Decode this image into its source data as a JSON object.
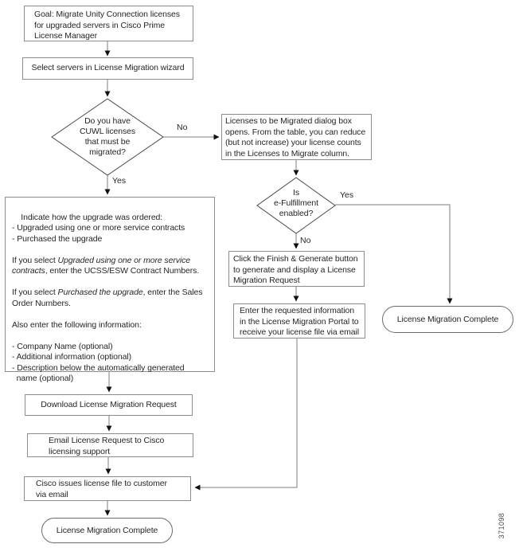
{
  "figure": {
    "number": "371098"
  },
  "colors": {
    "box_border": "#8c8c8c",
    "diamond_border": "#474747",
    "connector": "#7d7d7d",
    "arrowhead": "#111111",
    "text": "#262626"
  },
  "nodes": {
    "goal": {
      "text": "Goal: Migrate Unity Connection licenses\nfor upgraded servers in Cisco Prime\nLicense Manager"
    },
    "select_servers": {
      "text": "Select servers in License Migration wizard"
    },
    "cuwl_decision": {
      "text": "Do you have\nCUWL licenses\nthat must be\nmigrated?"
    },
    "migrate_dialog": {
      "text": "Licenses to be Migrated dialog box\nopens. From the table, you can reduce\n(but not increase) your license counts\nin the Licenses to Migrate column."
    },
    "efulfillment_decision": {
      "text": "Is\ne-Fulfillment\nenabled?"
    },
    "ordering": {
      "intro": "Indicate how the upgrade was ordered:\n- Upgraded using one or more service contracts\n- Purchased the upgrade\n\n",
      "p2_pre": "If you select ",
      "p2_italic": "Upgraded using one or more service\ncontracts",
      "p2_post": ", enter the UCSS/ESW Contract Numbers.\n\n",
      "p3_pre": "If you select ",
      "p3_italic": "Purchased the upgrade",
      "p3_post": ", enter the Sales\nOrder Numbers.\n\n",
      "also": "Also enter the following information:\n\n",
      "options": "- Company Name (optional)\n- Additional information (optional)\n- Description below the automatically generated\n  name (optional)"
    },
    "finish_generate": {
      "text": "Click the Finish & Generate button\nto generate and display a License\nMigration Request"
    },
    "portal_info": {
      "text": "Enter the requested information\nin the License Migration Portal to\nreceive your license file via email"
    },
    "download_request": {
      "text": "Download License Migration Request"
    },
    "email_request": {
      "text": "Email License Request to Cisco\nlicensing support"
    },
    "cisco_issues": {
      "text": "Cisco issues license file to customer\nvia email"
    },
    "complete_right": {
      "text": "License Migration Complete"
    },
    "complete_bottom": {
      "text": "License Migration Complete"
    }
  },
  "edges": {
    "cuwl_no": "No",
    "cuwl_yes": "Yes",
    "efulfillment_yes": "Yes",
    "efulfillment_no": "No"
  }
}
